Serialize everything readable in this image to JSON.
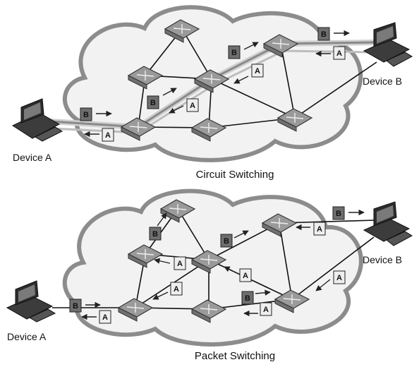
{
  "top": {
    "caption": "Circuit Switching",
    "device_a": "Device A",
    "device_b": "Device B"
  },
  "bottom": {
    "caption": "Packet Switching",
    "device_a": "Device A",
    "device_b": "Device B"
  },
  "packets": {
    "a": "A",
    "b": "B"
  },
  "colors": {
    "cloud": "#f2f2f2",
    "cloud_stroke": "#8c8c8c",
    "switch": "#9a9a9a",
    "packet_a": "#eeeeee",
    "packet_b": "#6e6e6e"
  }
}
